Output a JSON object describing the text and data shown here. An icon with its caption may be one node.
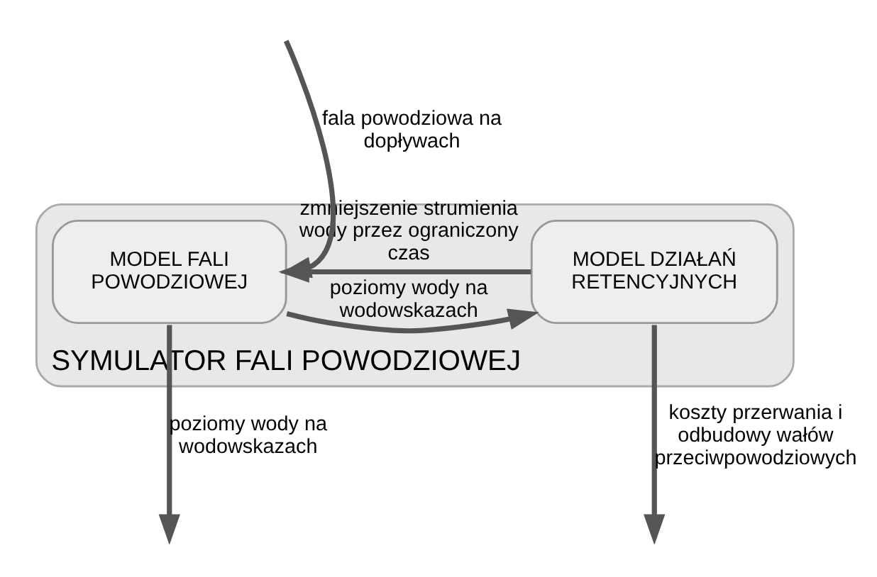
{
  "diagram": {
    "nodes": [
      {
        "text": [
          "SYMULATOR FALI POWODZIOWEJ"
        ]
      },
      {
        "text": [
          "MODEL DZIAŁAŃ RETENCYJNYCH"
        ],
        "in": 0
      },
      {
        "text": [
          "MODEL FALI POWODZIOWEJ"
        ],
        "in": 0
      }
    ],
    "edges": [
      {
        "from": null,
        "to": 2,
        "arrow": "to",
        "label": "fala powodziowa na dopływach"
      },
      {
        "from": 1,
        "to": 2,
        "arrow": "to",
        "label": "zmniejszenie strumienia wody przez ograniczony czas"
      },
      {
        "from": 2,
        "to": 1,
        "arrow": "to",
        "label": "poziomy wody na wodowskazach"
      },
      {
        "from": 1,
        "to": null,
        "arrow": "to",
        "label": "koszty przerwania i odbudowy wałów przeciwpowodziowych"
      },
      {
        "from": 2,
        "to": null,
        "arrow": "to",
        "label": "poziomy wody na wodowskazach"
      }
    ]
  }
}
